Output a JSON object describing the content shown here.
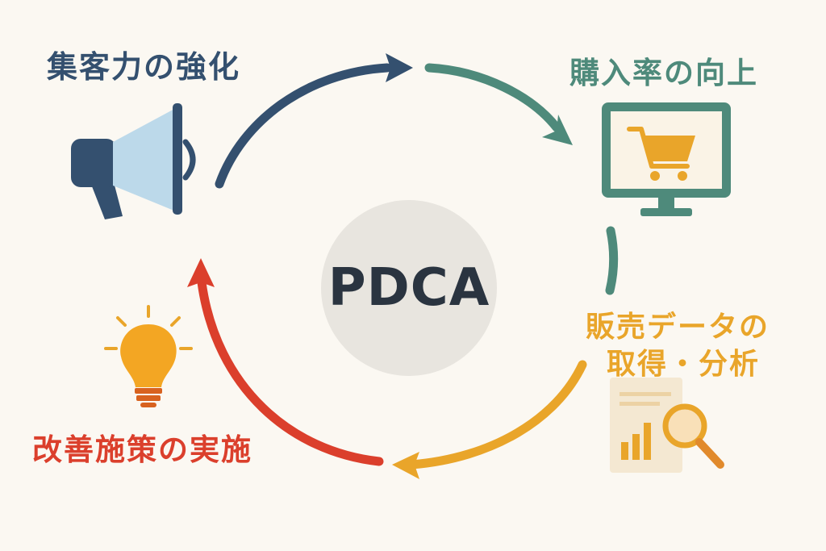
{
  "center": {
    "text": "PDCA"
  },
  "stages": {
    "top_left": "集客力の強化",
    "top_right": "購入率の向上",
    "right_line1": "販売データの",
    "right_line2": "取得・分析",
    "bottom_left": "改善施策の実施"
  },
  "colors": {
    "navy": "#34506f",
    "teal": "#4e8a7b",
    "amber": "#e9a52a",
    "red": "#db3f2c",
    "background": "#fbf8f2",
    "center_circle": "#e8e5df"
  },
  "icons": {
    "top_left": "megaphone-icon",
    "top_right": "monitor-cart-icon",
    "right": "report-magnifier-icon",
    "bottom_left": "lightbulb-icon"
  }
}
